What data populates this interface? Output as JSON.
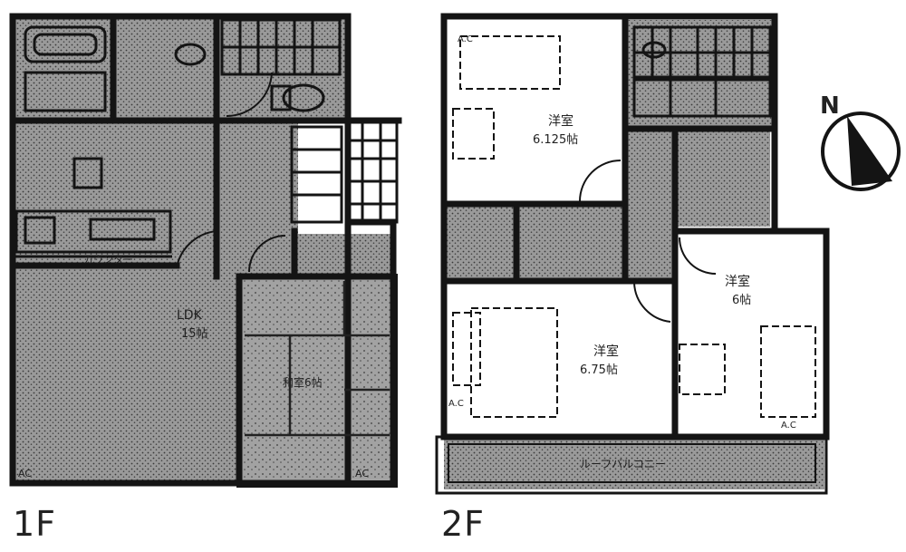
{
  "floor1": {
    "label": "1F",
    "rooms": {
      "ldk_label": "LDK",
      "ldk_size": "15帖",
      "counter": "カウンター",
      "japanese_room": "和室6帖",
      "ac_left": "AC",
      "ac_right": "AC"
    }
  },
  "floor2": {
    "label": "2F",
    "rooms": {
      "western_a_name": "洋室",
      "western_a_size": "6.125帖",
      "western_b_name": "洋室",
      "western_b_size": "6.75帖",
      "western_c_name": "洋室",
      "western_c_size": "6帖",
      "balcony": "ルーフバルコニー",
      "ac_a": "A.C",
      "ac_b": "A.C",
      "ac_c": "A.C"
    }
  },
  "compass": {
    "north_label": "N"
  },
  "colors": {
    "wall": "#141414",
    "floor_fill": "#8a8a8a",
    "background": "#ffffff"
  }
}
